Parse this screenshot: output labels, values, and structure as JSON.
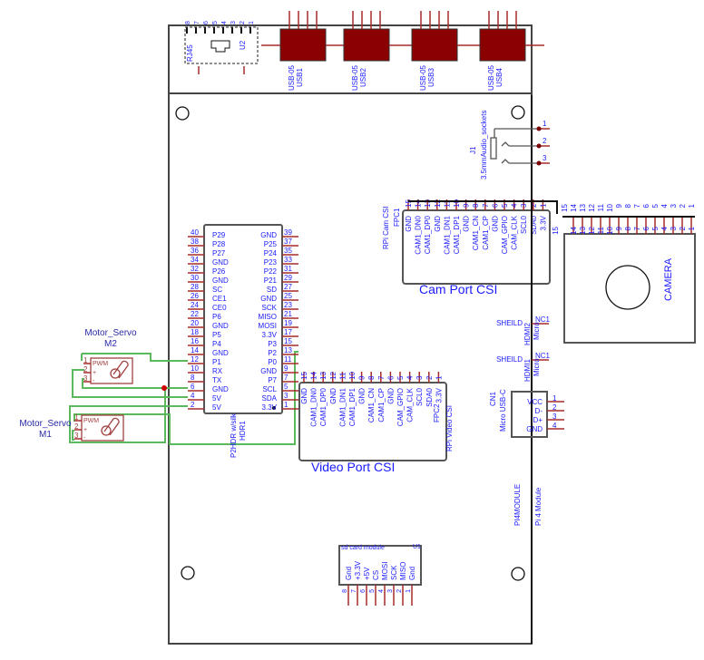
{
  "board": {
    "module_name": "PI4MODULE",
    "module_value": "Pi 4 Module"
  },
  "header": {
    "name": "HDR1",
    "value": "P2HDR w/silk",
    "left_pins": [
      {
        "num": "40",
        "label": "P29"
      },
      {
        "num": "38",
        "label": "P28"
      },
      {
        "num": "36",
        "label": "P27"
      },
      {
        "num": "34",
        "label": "GND"
      },
      {
        "num": "32",
        "label": "P26"
      },
      {
        "num": "30",
        "label": "GND"
      },
      {
        "num": "28",
        "label": "SC"
      },
      {
        "num": "26",
        "label": "CE1"
      },
      {
        "num": "24",
        "label": "CE0"
      },
      {
        "num": "22",
        "label": "P6"
      },
      {
        "num": "20",
        "label": "GND"
      },
      {
        "num": "18",
        "label": "P5"
      },
      {
        "num": "16",
        "label": "P4"
      },
      {
        "num": "14",
        "label": "GND"
      },
      {
        "num": "12",
        "label": "P1"
      },
      {
        "num": "10",
        "label": "RX"
      },
      {
        "num": "8",
        "label": "TX"
      },
      {
        "num": "6",
        "label": "GND"
      },
      {
        "num": "4",
        "label": "5V"
      },
      {
        "num": "2",
        "label": "5V"
      }
    ],
    "right_pins": [
      {
        "num": "39",
        "label": "GND"
      },
      {
        "num": "37",
        "label": "P25"
      },
      {
        "num": "35",
        "label": "P24"
      },
      {
        "num": "33",
        "label": "P23"
      },
      {
        "num": "31",
        "label": "P22"
      },
      {
        "num": "29",
        "label": "P21"
      },
      {
        "num": "27",
        "label": "SD"
      },
      {
        "num": "25",
        "label": "GND"
      },
      {
        "num": "23",
        "label": "SCK"
      },
      {
        "num": "21",
        "label": "MISO"
      },
      {
        "num": "19",
        "label": "MOSI"
      },
      {
        "num": "17",
        "label": "3.3V"
      },
      {
        "num": "15",
        "label": "P3"
      },
      {
        "num": "13",
        "label": "P2"
      },
      {
        "num": "11",
        "label": "P0"
      },
      {
        "num": "9",
        "label": "GND"
      },
      {
        "num": "7",
        "label": "P7"
      },
      {
        "num": "5",
        "label": "SCL"
      },
      {
        "num": "3",
        "label": "SDA"
      },
      {
        "num": "1",
        "label": "3.3V"
      }
    ]
  },
  "cam_port": {
    "name": "FPC1",
    "value": "RPi Cam CSI",
    "title": "Cam Port CSI",
    "pins": [
      {
        "num": "15",
        "label": "GND"
      },
      {
        "num": "14",
        "label": "CAM1_DN0"
      },
      {
        "num": "13",
        "label": "CAM1_DP0"
      },
      {
        "num": "12",
        "label": "GND"
      },
      {
        "num": "11",
        "label": "CAM1_DN1"
      },
      {
        "num": "10",
        "label": "CAM1_DP1"
      },
      {
        "num": "9",
        "label": "GND"
      },
      {
        "num": "8",
        "label": "CAM1_CN"
      },
      {
        "num": "7",
        "label": "CAM1_CP"
      },
      {
        "num": "6",
        "label": "GND"
      },
      {
        "num": "5",
        "label": "CAM_GPIO"
      },
      {
        "num": "4",
        "label": "CAM_CLK"
      },
      {
        "num": "3",
        "label": "SCL0"
      },
      {
        "num": "2",
        "label": "SDA0"
      },
      {
        "num": "1",
        "label": "3.3V"
      }
    ]
  },
  "video_port": {
    "name": "FPC2",
    "value": "RPi Video CSI",
    "title": "Video Port CSI",
    "pins": [
      {
        "num": "15",
        "label": "GND"
      },
      {
        "num": "14",
        "label": "CAM1_DN0"
      },
      {
        "num": "13",
        "label": "CAM1_DP0"
      },
      {
        "num": "12",
        "label": "GND"
      },
      {
        "num": "11",
        "label": "CAM1_DN1"
      },
      {
        "num": "10",
        "label": "CAM1_DP1"
      },
      {
        "num": "9",
        "label": "GND"
      },
      {
        "num": "8",
        "label": "CAM1_CN"
      },
      {
        "num": "7",
        "label": "CAM1_CP"
      },
      {
        "num": "6",
        "label": "GND"
      },
      {
        "num": "5",
        "label": "CAM_GPIO"
      },
      {
        "num": "4",
        "label": "CAM_CLK"
      },
      {
        "num": "3",
        "label": "SCL0"
      },
      {
        "num": "2",
        "label": "SDA0"
      },
      {
        "num": "1",
        "label": "3.3V"
      }
    ]
  },
  "camera": {
    "label": "CAMERA",
    "top_numbers": [
      "15",
      "14",
      "13",
      "12",
      "11",
      "10",
      "9",
      "8",
      "7",
      "6",
      "5",
      "4",
      "3",
      "2",
      "1"
    ],
    "pin_numbers": [
      "15",
      "14",
      "13",
      "12",
      "11",
      "10",
      "9",
      "8",
      "7",
      "6",
      "5",
      "4",
      "3",
      "2",
      "1"
    ]
  },
  "audio": {
    "name": "J1",
    "value": "3.5mmAudio_sockets",
    "pins": [
      "1",
      "2",
      "3"
    ]
  },
  "hdmi": [
    {
      "name": "HDMI2",
      "value": "Micro",
      "pin": "NC1",
      "shield": "SHEILD"
    },
    {
      "name": "HDMI1",
      "value": "Micro",
      "pin": "NC1",
      "shield": "SHEILD"
    }
  ],
  "usbc": {
    "name": "CN1",
    "value": "Micro USB-C",
    "pins": [
      {
        "num": "1",
        "label": "VCC"
      },
      {
        "num": "2",
        "label": "D-"
      },
      {
        "num": "3",
        "label": "D+"
      },
      {
        "num": "4",
        "label": "GND"
      }
    ]
  },
  "usb": [
    {
      "name": "USB1",
      "value": "USB-05"
    },
    {
      "name": "USB2",
      "value": "USB-05"
    },
    {
      "name": "USB3",
      "value": "USB-05"
    },
    {
      "name": "USB4",
      "value": "USB-05"
    }
  ],
  "rj45": {
    "name": "U2",
    "value": "RJ45",
    "pins": [
      "8",
      "7",
      "6",
      "5",
      "4",
      "3",
      "2",
      "1"
    ]
  },
  "sd": {
    "name": "U1",
    "value": "sd card module",
    "pins": [
      {
        "num": "8",
        "label": "Gnd"
      },
      {
        "num": "7",
        "label": "+3.3V"
      },
      {
        "num": "6",
        "label": "+5V"
      },
      {
        "num": "5",
        "label": "CS"
      },
      {
        "num": "4",
        "label": "MOSI"
      },
      {
        "num": "3",
        "label": "SCK"
      },
      {
        "num": "2",
        "label": "MISO"
      },
      {
        "num": "1",
        "label": "Gnd"
      }
    ]
  },
  "servos": [
    {
      "title": "Motor_Servo",
      "name": "M2",
      "pwm": "PWM",
      "plus": "+",
      "minus": "-",
      "pins": [
        "1",
        "2",
        "3"
      ]
    },
    {
      "title": "Motor_Servo",
      "name": "M1",
      "pwm": "PWM",
      "plus": "+",
      "minus": "-",
      "pins": [
        "1",
        "2",
        "3"
      ]
    }
  ],
  "colors": {
    "pin": "#a52a2a",
    "wire": "#5cb85c",
    "text": "#1a1aff",
    "usb_fill": "#8b0000"
  }
}
